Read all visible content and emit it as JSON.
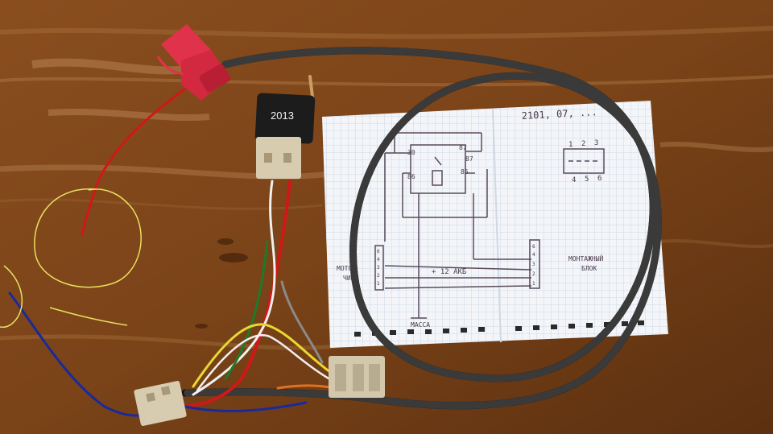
{
  "photo": {
    "relay_label": "2013",
    "sheet_header": "2101, 07, ...",
    "pin_grid_top": [
      "1",
      "2",
      "3"
    ],
    "pin_grid_bottom": [
      "4",
      "5",
      "6"
    ],
    "relay_pins": [
      "30",
      "87",
      "86",
      "85",
      "87"
    ],
    "left_label_line1": "МОТОР",
    "left_label_line2": "ЧИК",
    "right_label_line1": "МОНТАЖНЫЙ",
    "right_label_line2": "БЛОК",
    "plus_label": "+ 12 АКБ",
    "ground_label": "МАССА",
    "left_terminals": [
      "6",
      "4",
      "3",
      "2",
      "1"
    ],
    "right_terminals": [
      "6",
      "4",
      "3",
      "2",
      "1"
    ],
    "colors": {
      "wood": "#7a4318",
      "paper": "#f3f5f8",
      "grid": "#b8c8dc",
      "ink": "#4a3a4a",
      "corrugated_tube": "#1a1a1a",
      "fuse_holder": "#e0324a",
      "relay_body": "#1c1c1c",
      "connector_beige": "#d8ccb0",
      "annotation": "#e8e060"
    }
  }
}
